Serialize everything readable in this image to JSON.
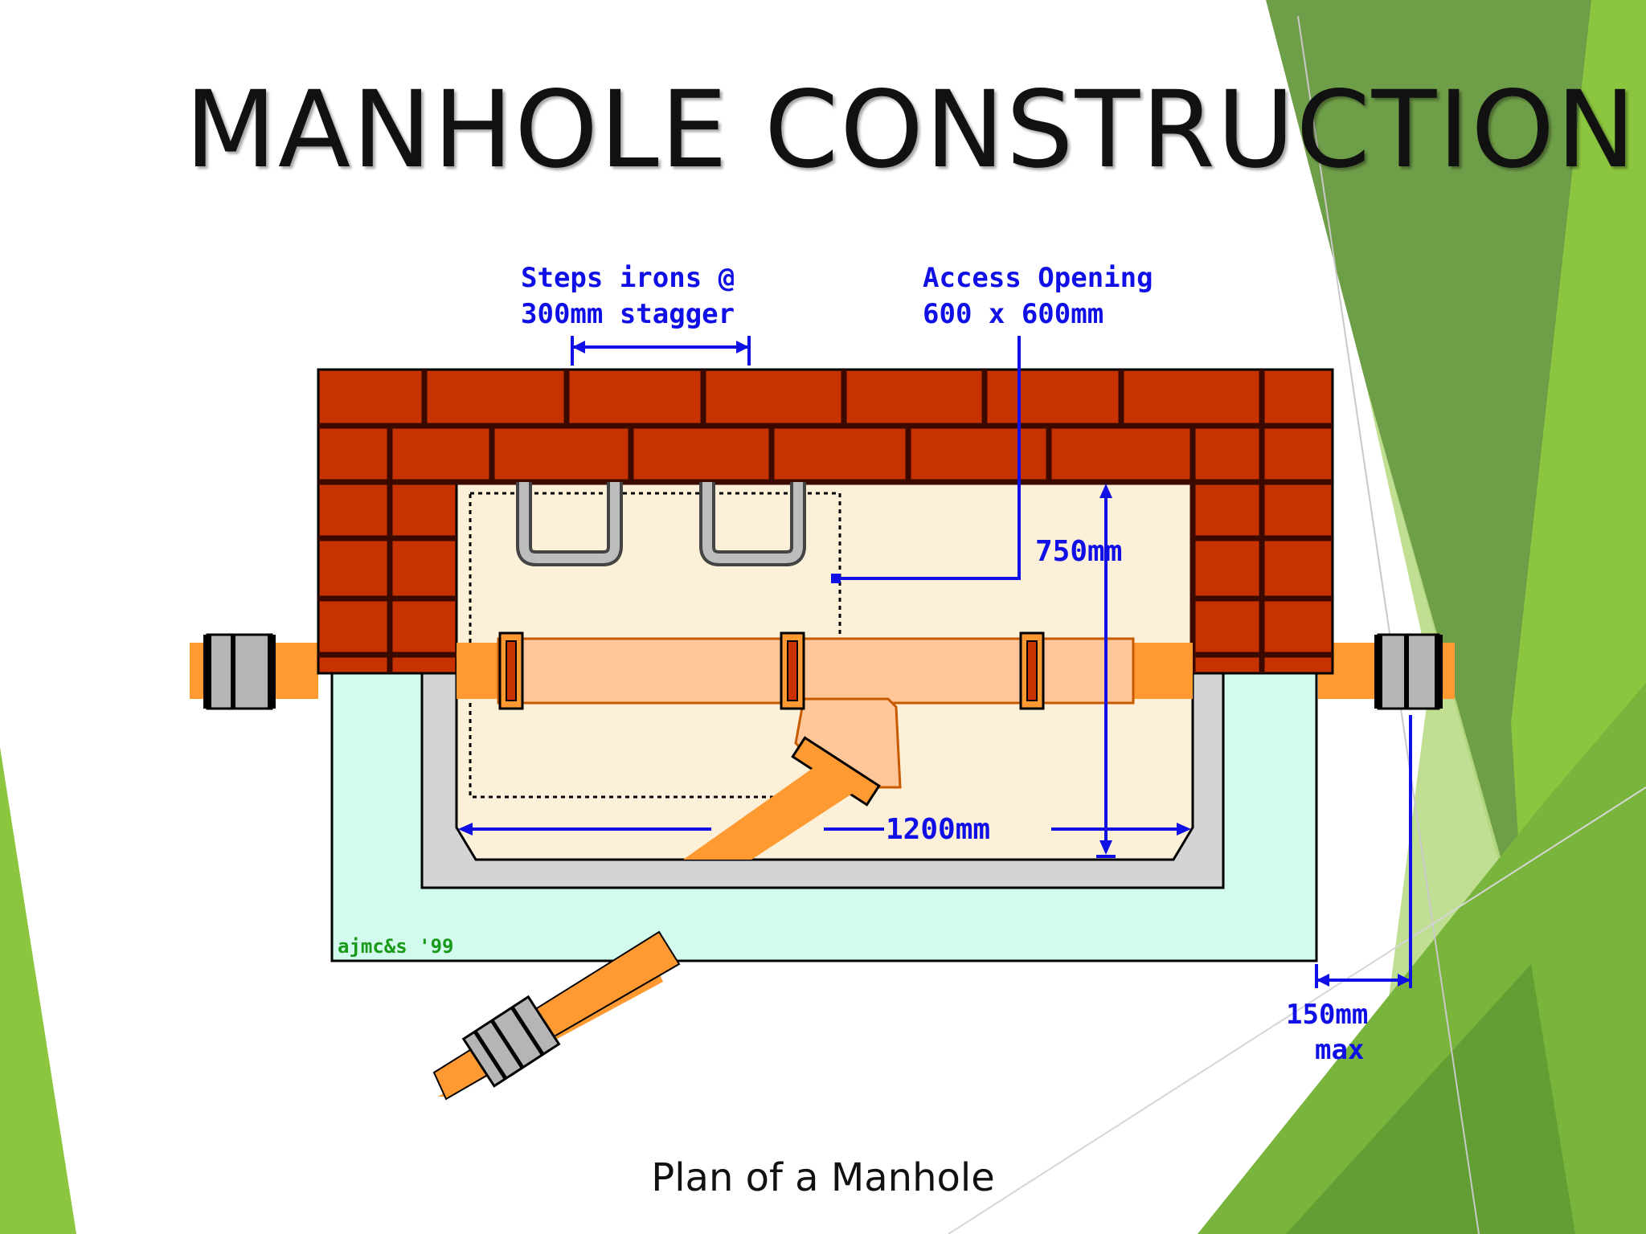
{
  "slide": {
    "title": "MANHOLE CONSTRUCTION",
    "caption": "Plan of a Manhole"
  },
  "diagram": {
    "labels": {
      "steps_line1": "Steps irons @",
      "steps_line2": "300mm stagger",
      "access_line1": "Access Opening",
      "access_line2": "600 x 600mm",
      "depth": "750mm",
      "width": "1200mm",
      "clearance_line1": "150mm",
      "clearance_line2": "max",
      "signature": "ajmc&s '99"
    }
  },
  "colors": {
    "brick": "#c83200",
    "mortar": "#3a0a00",
    "chamber_fill": "#fdf0d8",
    "concrete_base": "#d2fbee",
    "benching": "#d4d4d4",
    "pipe": "#ff9a33",
    "pipe_light": "#ffc69a",
    "dimension_blue": "#1010e6",
    "accent_green": "#8cc63f",
    "accent_green_dark": "#5e9a3a"
  }
}
